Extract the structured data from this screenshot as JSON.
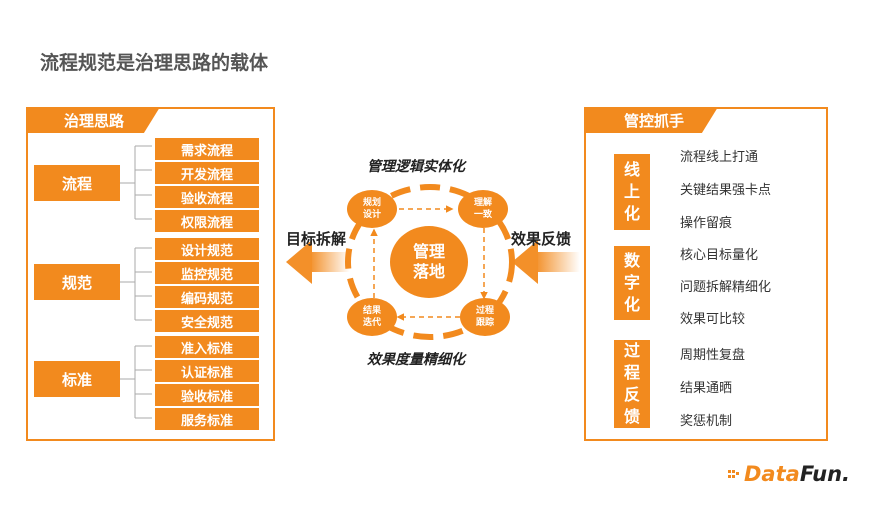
{
  "title": "流程规范是治理思路的载体",
  "left": {
    "header": "治理思路",
    "groups": [
      {
        "label": "流程",
        "items": [
          "需求流程",
          "开发流程",
          "验收流程",
          "权限流程"
        ]
      },
      {
        "label": "规范",
        "items": [
          "设计规范",
          "监控规范",
          "编码规范",
          "安全规范"
        ]
      },
      {
        "label": "标准",
        "items": [
          "准入标准",
          "认证标准",
          "验收标准",
          "服务标准"
        ]
      }
    ]
  },
  "right": {
    "header": "管控抓手",
    "groups": [
      {
        "label": [
          "线",
          "上",
          "化"
        ],
        "items": [
          "流程线上打通",
          "关键结果强卡点",
          "操作留痕"
        ]
      },
      {
        "label": [
          "数",
          "字",
          "化"
        ],
        "items": [
          "核心目标量化",
          "问题拆解精细化",
          "效果可比较"
        ]
      },
      {
        "label": [
          "过",
          "程",
          "反",
          "馈"
        ],
        "items": [
          "周期性复盘",
          "结果通晒",
          "奖惩机制"
        ]
      }
    ]
  },
  "center": {
    "top_label": "管理逻辑实体化",
    "bottom_label": "效果度量精细化",
    "left_label": "目标拆解",
    "right_label": "效果反馈",
    "core": [
      "管理",
      "落地"
    ],
    "nodes": {
      "top_left": [
        "规划",
        "设计"
      ],
      "top_right": [
        "理解",
        "一致"
      ],
      "bottom_right": [
        "过程",
        "跟踪"
      ],
      "bottom_left": [
        "结果",
        "迭代"
      ]
    }
  },
  "logo": {
    "prefix": "Data",
    "suffix": "Fun."
  },
  "colors": {
    "accent": "#f28a1e",
    "logo_dark": "#222222"
  }
}
